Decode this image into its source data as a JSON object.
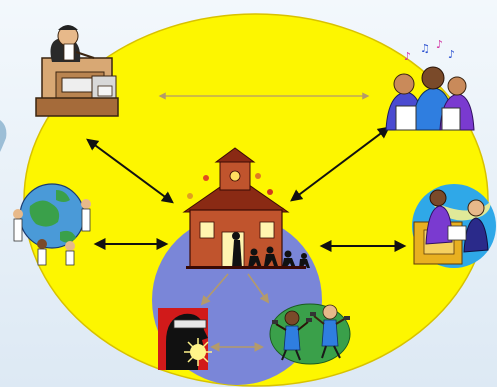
{
  "colors": {
    "background": "#e6eff7",
    "outer_circle_fill": "#fdf600",
    "outer_circle_stroke": "#d8c200",
    "inner_circle_fill": "#7a86d8",
    "arrow_black": "#111111",
    "arrow_muted": "#b39a6b",
    "school_brick": "#c0542d",
    "school_roof": "#8a2a14"
  },
  "nodes": [
    {
      "id": "office-worker",
      "icon": "businessman-at-desk-icon"
    },
    {
      "id": "choir",
      "icon": "singing-group-icon"
    },
    {
      "id": "globe-people",
      "icon": "people-around-globe-icon"
    },
    {
      "id": "meeting",
      "icon": "business-handshake-icon"
    },
    {
      "id": "school",
      "icon": "schoolhouse-with-children-icon"
    },
    {
      "id": "vr-head",
      "icon": "profile-head-with-visor-icon"
    },
    {
      "id": "exercise",
      "icon": "people-exercising-icon"
    }
  ],
  "edges": [
    {
      "from": "office-worker",
      "to": "choir",
      "style": "muted",
      "bidirectional": true
    },
    {
      "from": "office-worker",
      "to": "school",
      "style": "bold",
      "bidirectional": true
    },
    {
      "from": "choir",
      "to": "school",
      "style": "bold",
      "bidirectional": true
    },
    {
      "from": "globe-people",
      "to": "school",
      "style": "bold",
      "bidirectional": true
    },
    {
      "from": "meeting",
      "to": "school",
      "style": "bold",
      "bidirectional": true
    },
    {
      "from": "school",
      "to": "vr-head",
      "style": "muted",
      "bidirectional": false
    },
    {
      "from": "school",
      "to": "exercise",
      "style": "muted",
      "bidirectional": false
    },
    {
      "from": "vr-head",
      "to": "exercise",
      "style": "muted",
      "bidirectional": true
    }
  ]
}
